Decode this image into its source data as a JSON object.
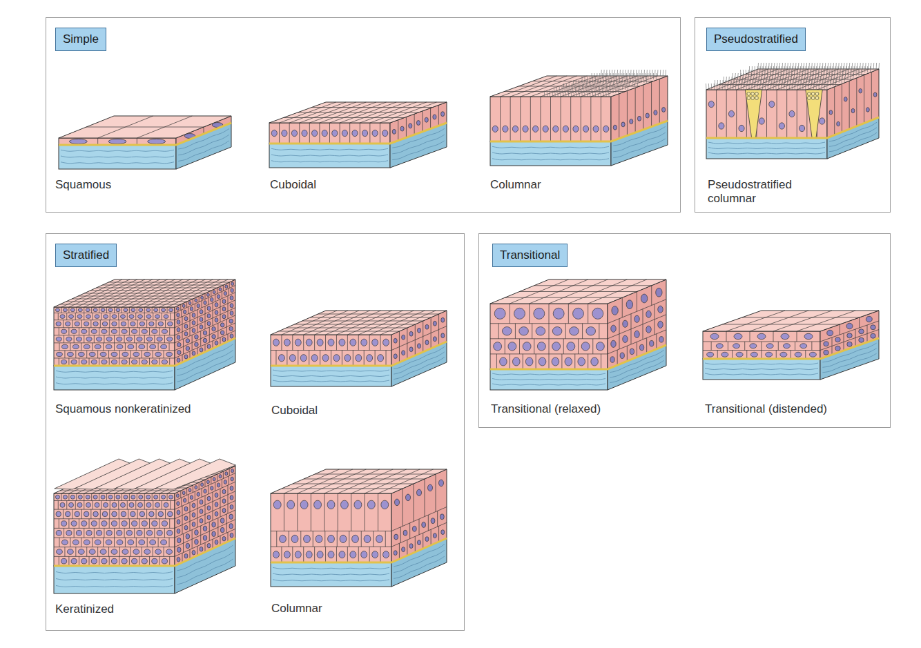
{
  "diagram": {
    "nodes": [
      {
        "text": [
          "Squamous",
          "Cuboidal",
          "Columnar"
        ]
      },
      {
        "text": [
          "Simple"
        ],
        "in": 0
      },
      {
        "text": [
          "Pseudostratified columnar"
        ]
      },
      {
        "text": [
          "Pseudostratified"
        ],
        "in": 2
      },
      {
        "text": [
          "Squamous nonkeratinized",
          "Cuboidal",
          "Keratinized",
          "Columnar"
        ]
      },
      {
        "text": [
          "Stratified"
        ],
        "in": 4
      },
      {
        "text": [
          "Transitional (relaxed)",
          "Transitional (distended)"
        ]
      },
      {
        "text": [
          "Transitional"
        ],
        "in": 6
      }
    ]
  }
}
